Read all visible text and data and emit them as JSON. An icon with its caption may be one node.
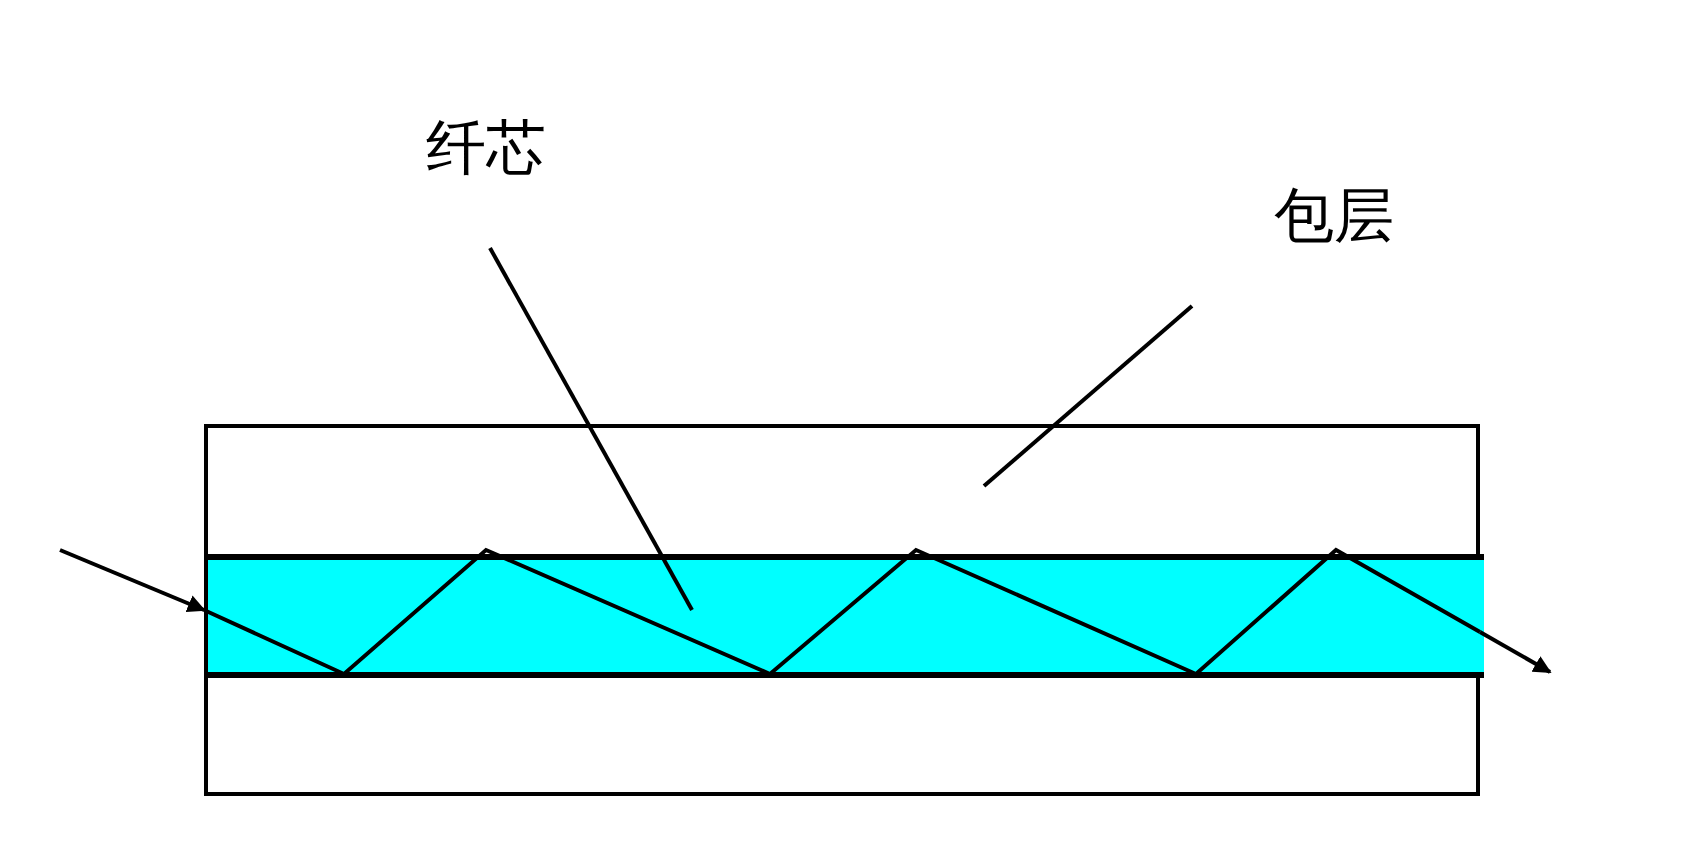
{
  "diagram": {
    "nodes": [
      {
        "text": [
          "纤芯"
        ]
      },
      {
        "text": [
          "包层"
        ]
      },
      {
        "text": [],
        "shape": "box"
      },
      {
        "text": [],
        "shape": "bar",
        "in": 2
      }
    ],
    "edges": [
      {
        "from": 0,
        "to": 3,
        "arrow": "none"
      },
      {
        "from": 1,
        "to": 2,
        "arrow": "none"
      },
      {
        "from": null,
        "to": 3,
        "arrow": "to"
      },
      {
        "from": 3,
        "to": null,
        "arrow": "to"
      }
    ]
  }
}
